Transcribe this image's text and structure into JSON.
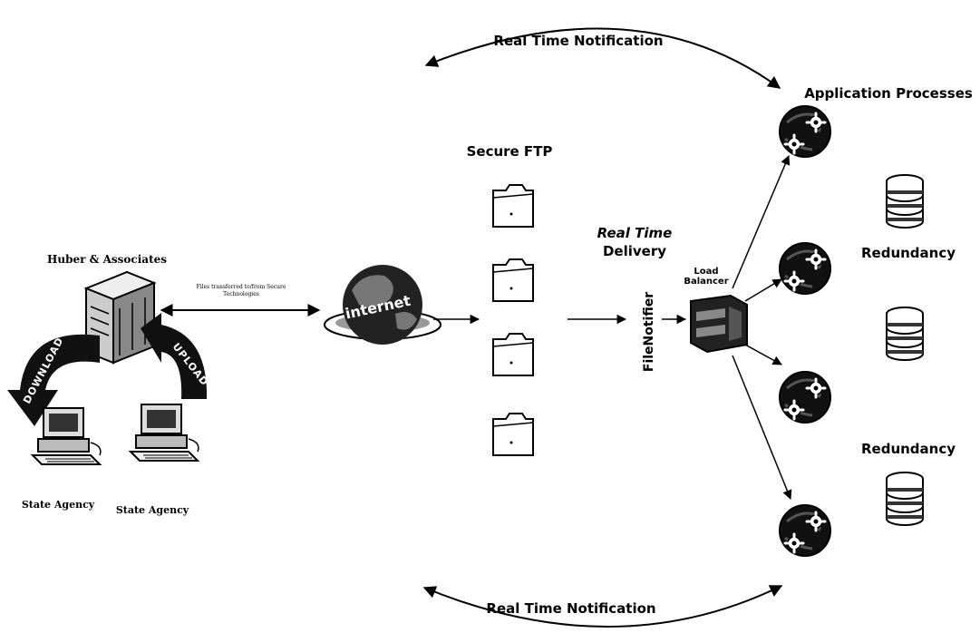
{
  "notifications": {
    "top": "Real Time Notification",
    "bottom": "Real Time Notification"
  },
  "hub": {
    "title": "Huber & Associates",
    "transfer_note_line1": "Files transferred to/from Secure",
    "transfer_note_line2": "Technologies"
  },
  "agencies": [
    "State Agency",
    "State Agency"
  ],
  "circular_arrows": {
    "left": "DOWNLOAD",
    "right": "UPLOAD"
  },
  "internet": {
    "label": "internet"
  },
  "secure_ftp": {
    "title": "Secure FTP",
    "folder_count": 4
  },
  "delivery": {
    "line1": "Real Time",
    "line2": "Delivery"
  },
  "file_notifier": "FileNotifier",
  "load_balancer": {
    "line1": "Load",
    "line2": "Balancer"
  },
  "app_processes": {
    "title": "Application Processes",
    "count": 4
  },
  "redundancy": [
    "Redundancy",
    "Redundancy"
  ],
  "databases": {
    "count": 3
  }
}
